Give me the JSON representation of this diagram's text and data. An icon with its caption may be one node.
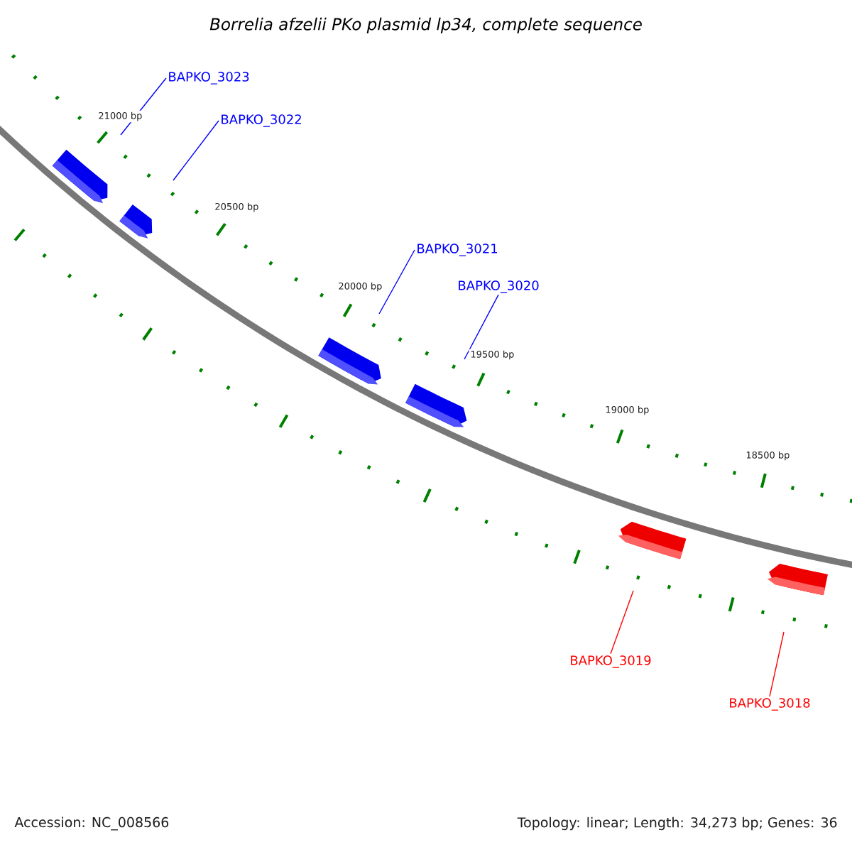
{
  "diagram": {
    "title": "Borrelia afzelii PKo plasmid lp34, complete sequence",
    "nodes": [
      {
        "text": [
          "BAPKO_3023"
        ]
      },
      {
        "text": [
          "BAPKO_3022"
        ]
      },
      {
        "text": [],
        "shape": "arrow"
      },
      {
        "text": [],
        "shape": "arrow"
      },
      {
        "text": [
          "BAPKO_3021"
        ]
      },
      {
        "text": [
          "BAPKO_3020"
        ]
      },
      {
        "text": [],
        "shape": "arrow"
      },
      {
        "text": [],
        "shape": "arrow"
      },
      {
        "text": [],
        "shape": "arrow"
      },
      {
        "text": [],
        "shape": "arrow"
      },
      {
        "text": [
          "BAPKO_3019"
        ]
      },
      {
        "text": [
          "BAPKO_3018"
        ]
      }
    ],
    "edges": [
      {
        "from": 0,
        "to": 2,
        "arrow": "none"
      },
      {
        "from": 1,
        "to": 3,
        "arrow": "none"
      },
      {
        "from": 4,
        "to": 6,
        "arrow": "none"
      },
      {
        "from": 5,
        "to": 7,
        "arrow": "none"
      },
      {
        "from": 10,
        "to": 8,
        "arrow": "none",
        "color": "#ff0000"
      },
      {
        "from": 11,
        "to": 9,
        "arrow": "none",
        "color": "#ff0000"
      }
    ],
    "labels": [
      "21000 bp",
      "20500 bp",
      "20000 bp",
      "19500 bp",
      "19000 bp",
      "18500 bp",
      "Accession: NC_008566",
      "Topology: linear; Length: 34,273 bp; Genes: 36"
    ]
  }
}
